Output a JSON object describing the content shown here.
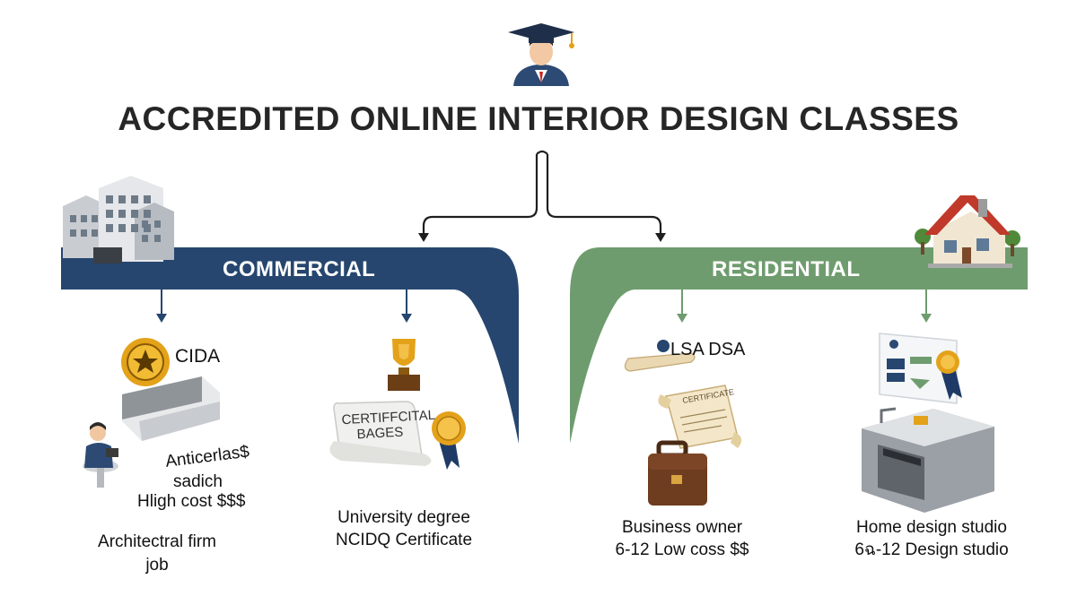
{
  "title": "ACCREDITED ONLINE INTERIOR DESIGN CLASSES",
  "colors": {
    "commercial": "#26466f",
    "residential": "#6f9c6e",
    "connector": "#1e1e1e",
    "gold": "#e3a21a"
  },
  "branches": {
    "commercial": {
      "label": "COMMERCIAL",
      "items": [
        {
          "badge": "CIDA",
          "notes": [
            "Anticerlas$",
            "sadich",
            "Hligh cost $$$"
          ],
          "caption": [
            "Architectral firm",
            "job"
          ]
        },
        {
          "badge": "CERTIFFCITAL BAGES",
          "caption": [
            "University degree",
            "NCIDQ Certificate"
          ]
        }
      ]
    },
    "residential": {
      "label": "RESIDENTIAL",
      "items": [
        {
          "badge": "LSA DSA",
          "scroll": "CERTIFICATE",
          "caption": [
            "Business owner",
            "6-12 Low coss $$"
          ]
        },
        {
          "caption": [
            "Home design studio",
            "6ฉ-12 Design studio"
          ]
        }
      ]
    }
  }
}
